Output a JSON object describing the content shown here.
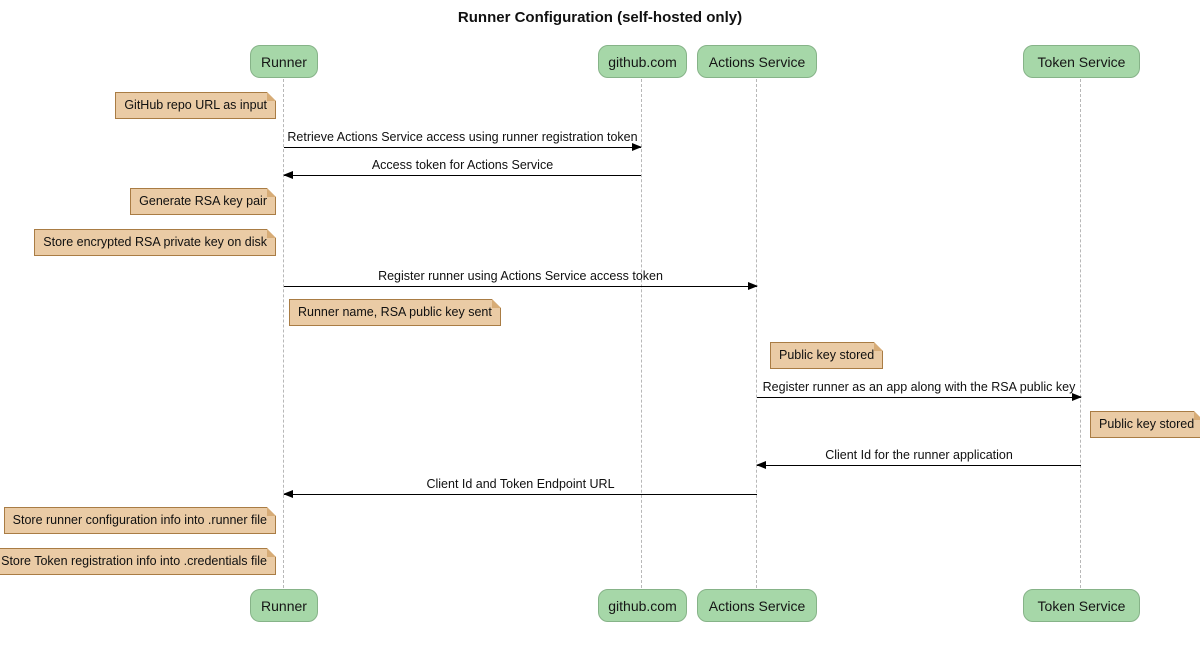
{
  "title": "Runner Configuration (self-hosted only)",
  "participants": [
    {
      "id": "runner",
      "label": "Runner"
    },
    {
      "id": "github",
      "label": "github.com"
    },
    {
      "id": "actions-service",
      "label": "Actions Service"
    },
    {
      "id": "token-service",
      "label": "Token Service"
    }
  ],
  "messages": [
    {
      "from": "Runner",
      "to": "github.com",
      "direction": "right",
      "label": "Retrieve Actions Service access using runner registration token"
    },
    {
      "from": "github.com",
      "to": "Runner",
      "direction": "left",
      "label": "Access token for Actions Service"
    },
    {
      "from": "Runner",
      "to": "Actions Service",
      "direction": "right",
      "label": "Register runner using Actions Service access token"
    },
    {
      "from": "Actions Service",
      "to": "Token Service",
      "direction": "right",
      "label": "Register runner as an app along with the RSA public key"
    },
    {
      "from": "Token Service",
      "to": "Actions Service",
      "direction": "left",
      "label": "Client Id for the runner application"
    },
    {
      "from": "Actions Service",
      "to": "Runner",
      "direction": "left",
      "label": "Client Id and Token Endpoint URL"
    }
  ],
  "notes": [
    {
      "position": "left of Runner",
      "label": "GitHub repo URL as input"
    },
    {
      "position": "left of Runner",
      "label": "Generate RSA key pair"
    },
    {
      "position": "left of Runner",
      "label": "Store encrypted RSA private key on disk"
    },
    {
      "position": "right of Runner",
      "label": "Runner name, RSA public key sent"
    },
    {
      "position": "right of Actions Service",
      "label": "Public key stored"
    },
    {
      "position": "right of Token Service",
      "label": "Public key stored"
    },
    {
      "position": "left of Runner",
      "label": "Store runner configuration info into .runner file"
    },
    {
      "position": "left of Runner",
      "label": "Store Token registration info into .credentials file"
    }
  ],
  "colors": {
    "participant_fill": "#a6d7a8",
    "participant_border": "#86b388",
    "note_fill": "#eacba5",
    "note_border": "#a97c44",
    "note_fold": "#d7ac77",
    "lifeline": "#b8b8b8",
    "arrow": "#000000",
    "background": "#ffffff"
  }
}
